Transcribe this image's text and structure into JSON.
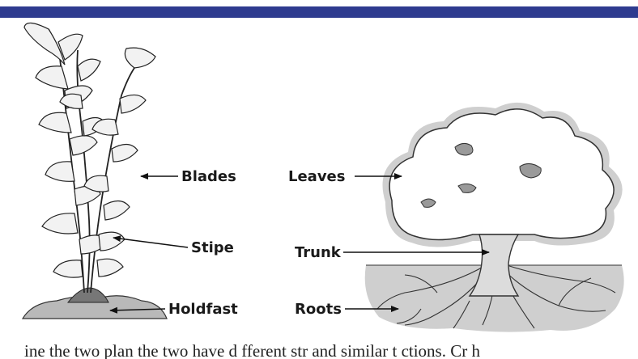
{
  "labels": {
    "blades": "Blades",
    "stipe": "Stipe",
    "holdfast": "Holdfast",
    "leaves": "Leaves",
    "trunk": "Trunk",
    "roots": "Roots"
  },
  "caption": "ine the two plan the two have d fferent str and similar t ctions. Cr h"
}
